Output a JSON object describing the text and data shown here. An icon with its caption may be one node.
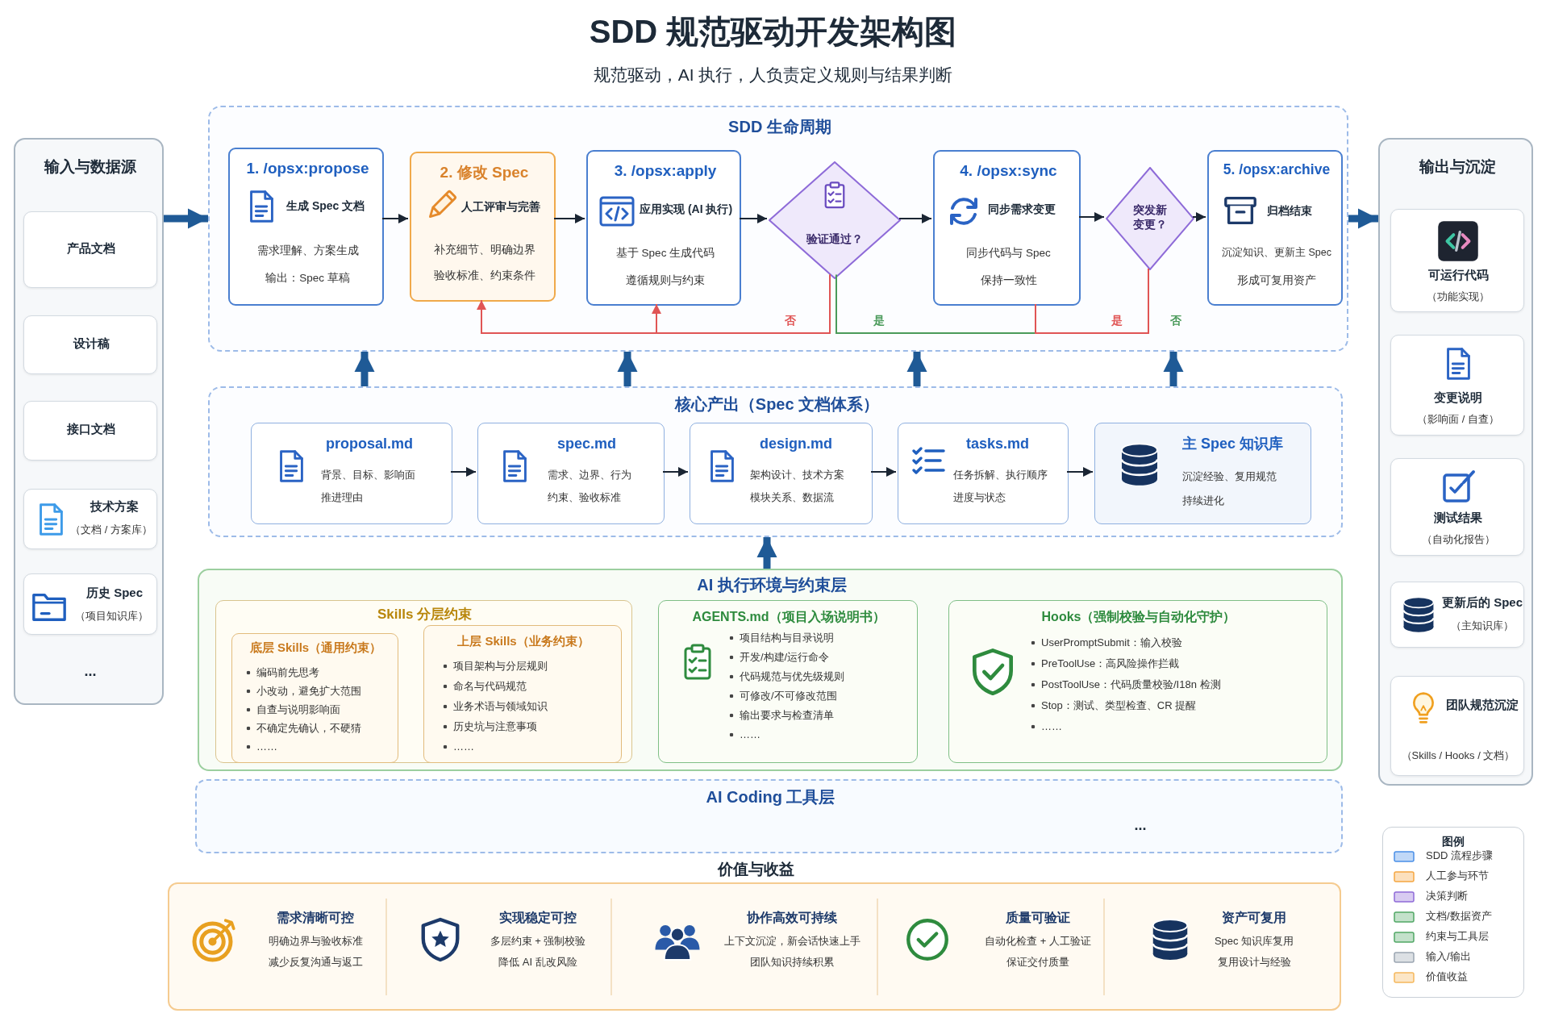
{
  "diagram": {
    "title": "SDD 规范驱动开发架构图",
    "caption": "规范驱动，AI 执行，人负责定义规则与结果判断",
    "nodes": [
      {
        "text": [
          "输入与数据源",
          "..."
        ]
      },
      {
        "text": [
          "产品文档"
        ],
        "in": 0
      },
      {
        "text": [
          "设计稿"
        ],
        "in": 0
      },
      {
        "text": [
          "接口文档"
        ],
        "in": 0
      },
      {
        "text": [
          "技术方案",
          "（文档 / 方案库）"
        ],
        "in": 0
      },
      {
        "text": [
          "历史 Spec",
          "（项目知识库）"
        ],
        "in": 0
      },
      {
        "text": [
          "SDD 生命周期"
        ]
      },
      {
        "text": [
          "1. /opsx:propose",
          "生成 Spec 文档",
          "需求理解、方案生成",
          "输出：Spec 草稿"
        ],
        "in": 6
      },
      {
        "text": [
          "2. 修改 Spec",
          "人工评审与完善",
          "补充细节、明确边界",
          "验收标准、约束条件"
        ],
        "in": 6
      },
      {
        "text": [
          "3. /opsx:apply",
          "应用实现 (AI 执行)",
          "基于 Spec 生成代码",
          "遵循规则与约束"
        ],
        "in": 6
      },
      {
        "text": [
          "验证通过？"
        ],
        "in": 6
      },
      {
        "text": [
          "4. /opsx:sync",
          "同步需求变更",
          "同步代码与 Spec",
          "保持一致性"
        ],
        "in": 6
      },
      {
        "text": [
          "突发新变更？"
        ],
        "in": 6
      },
      {
        "text": [
          "5. /opsx:archive",
          "归档结束",
          "沉淀知识、更新主 Spec",
          "形成可复用资产"
        ],
        "in": 6
      },
      {
        "text": [
          "输出与沉淀"
        ]
      },
      {
        "text": [
          "可运行代码",
          "（功能实现）"
        ],
        "in": 14
      },
      {
        "text": [
          "变更说明",
          "（影响面 / 自查）"
        ],
        "in": 14
      },
      {
        "text": [
          "测试结果",
          "（自动化报告）"
        ],
        "in": 14
      },
      {
        "text": [
          "更新后的 Spec",
          "（主知识库）"
        ],
        "in": 14
      },
      {
        "text": [
          "团队规范沉淀",
          "（Skills / Hooks / 文档）"
        ],
        "in": 14
      },
      {
        "text": [
          "核心产出（Spec 文档体系）"
        ]
      },
      {
        "text": [
          "proposal.md",
          "背景、目标、影响面",
          "推进理由"
        ],
        "in": 20
      },
      {
        "text": [
          "spec.md",
          "需求、边界、行为",
          "约束、验收标准"
        ],
        "in": 20
      },
      {
        "text": [
          "design.md",
          "架构设计、技术方案",
          "模块关系、数据流"
        ],
        "in": 20
      },
      {
        "text": [
          "tasks.md",
          "任务拆解、执行顺序",
          "进度与状态"
        ],
        "in": 20
      },
      {
        "text": [
          "主 Spec 知识库",
          "沉淀经验、复用规范",
          "持续进化"
        ],
        "in": 20
      },
      {
        "text": [
          "AI 执行环境与约束层"
        ]
      },
      {
        "text": [
          "Skills 分层约束"
        ],
        "in": 26
      },
      {
        "text": [
          "底层 Skills（通用约束）",
          "编码前先思考",
          "小改动，避免扩大范围",
          "自查与说明影响面",
          "不确定先确认，不硬猜",
          "……"
        ],
        "in": 27
      },
      {
        "text": [
          "上层 Skills（业务约束）",
          "项目架构与分层规则",
          "命名与代码规范",
          "业务术语与领域知识",
          "历史坑与注意事项",
          "……"
        ],
        "in": 27
      },
      {
        "text": [
          "AGENTS.md（项目入场说明书）",
          "项目结构与目录说明",
          "开发/构建/运行命令",
          "代码规范与优先级规则",
          "可修改/不可修改范围",
          "输出要求与检查清单",
          "……"
        ],
        "in": 26
      },
      {
        "text": [
          "Hooks（强制校验与自动化守护）",
          "UserPromptSubmit：输入校验",
          "PreToolUse：高风险操作拦截",
          "PostToolUse：代码质量校验/I18n 检测",
          "Stop：测试、类型检查、CR 提醒",
          "……"
        ],
        "in": 26
      },
      {
        "text": [
          "AI Coding 工具层",
          "..."
        ]
      },
      {
        "text": [
          "价值与收益"
        ]
      }
    ],
    "edges": [
      {
        "from": 0,
        "to": 6,
        "arrow": "to",
        "style": "thick",
        "color": "#1f5a96"
      },
      {
        "from": 7,
        "to": 8,
        "arrow": "to"
      },
      {
        "from": 8,
        "to": 9,
        "arrow": "to"
      },
      {
        "from": 9,
        "to": 10,
        "arrow": "to"
      },
      {
        "from": 10,
        "to": 11,
        "arrow": "to"
      },
      {
        "from": 11,
        "to": 12,
        "arrow": "to"
      },
      {
        "from": 12,
        "to": 13,
        "arrow": "to"
      },
      {
        "from": 10,
        "to": 8,
        "arrow": "to",
        "label": "否",
        "color": "#e05555"
      },
      {
        "from": 10,
        "to": 9,
        "arrow": "to",
        "color": "#e05555"
      },
      {
        "from": 10,
        "to": 11,
        "arrow": "none",
        "label": "是",
        "color": "#4a9a5a"
      },
      {
        "from": 12,
        "to": 11,
        "arrow": "none",
        "label": "是",
        "color": "#e05555"
      },
      {
        "from": 6,
        "to": 14,
        "arrow": "to",
        "style": "thick",
        "color": "#1f5a96"
      },
      {
        "from": 20,
        "to": 6,
        "arrow": "to",
        "style": "thick",
        "color": "#1f5a96"
      },
      {
        "from": 20,
        "to": 6,
        "arrow": "to",
        "style": "thick",
        "color": "#1f5a96"
      },
      {
        "from": 20,
        "to": 6,
        "arrow": "to",
        "style": "thick",
        "color": "#1f5a96"
      },
      {
        "from": 20,
        "to": 6,
        "arrow": "to",
        "style": "thick",
        "color": "#1f5a96"
      },
      {
        "from": 21,
        "to": 22,
        "arrow": "to"
      },
      {
        "from": 22,
        "to": 23,
        "arrow": "to"
      },
      {
        "from": 23,
        "to": 24,
        "arrow": "to"
      },
      {
        "from": 24,
        "to": 25,
        "arrow": "to"
      },
      {
        "from": 26,
        "to": 20,
        "arrow": "to",
        "style": "thick",
        "color": "#1f5a96"
      }
    ],
    "labels": [
      "否",
      "需求清晰可控",
      "明确边界与验收标准",
      "减少反复沟通与返工",
      "实现稳定可控",
      "多层约束 + 强制校验",
      "降低 AI 乱改风险",
      "协作高效可持续",
      "上下文沉淀，新会话快速上手",
      "团队知识持续积累",
      "质量可验证",
      "自动化检查 + 人工验证",
      "保证交付质量",
      "资产可复用",
      "Spec 知识库复用",
      "复用设计与经验",
      "图例"
    ],
    "legend": [
      {
        "text": "SDD 流程步骤",
        "color": "#4a8fe7"
      },
      {
        "text": "人工参与环节",
        "color": "#f5a742"
      },
      {
        "text": "决策判断",
        "color": "#8e6bd8"
      },
      {
        "text": "文档/数据资产",
        "color": "#52a866"
      },
      {
        "text": "约束与工具层",
        "color": "#52a866"
      },
      {
        "text": "输入/输出",
        "color": "#9aa5b1"
      },
      {
        "text": "价值收益",
        "color": "#f5b85c"
      }
    ]
  }
}
